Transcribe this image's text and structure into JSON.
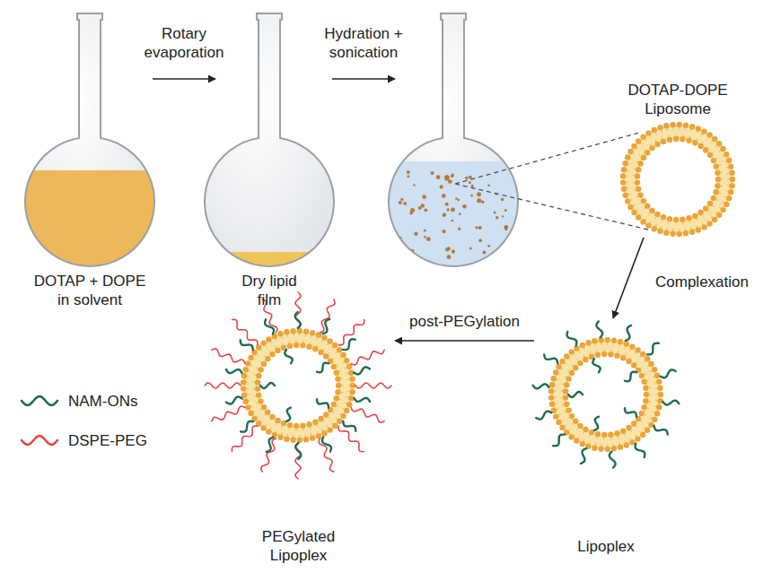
{
  "diagram": {
    "nodes": [
      {
        "text": [
          "DOTAP + DOPE in solvent"
        ]
      },
      {
        "text": [
          "Dry lipid film"
        ]
      },
      {
        "text": [
          "DOTAP-DOPE Liposome"
        ]
      },
      {
        "text": [
          "Lipoplex"
        ]
      },
      {
        "text": [
          "PEGylated Lipoplex"
        ]
      }
    ],
    "edges": [
      {
        "from": 0,
        "to": 1,
        "label": "Rotary evaporation",
        "arrow": "to"
      },
      {
        "from": 2,
        "to": 3,
        "label": "Complexation",
        "arrow": "to"
      },
      {
        "from": 3,
        "to": 4,
        "label": "post-PEGylation",
        "arrow": "to"
      }
    ],
    "labels": [
      "Hydration + sonication"
    ],
    "legend": [
      {
        "text": "NAM-ONs"
      },
      {
        "text": "DSPE-PEG"
      }
    ]
  }
}
